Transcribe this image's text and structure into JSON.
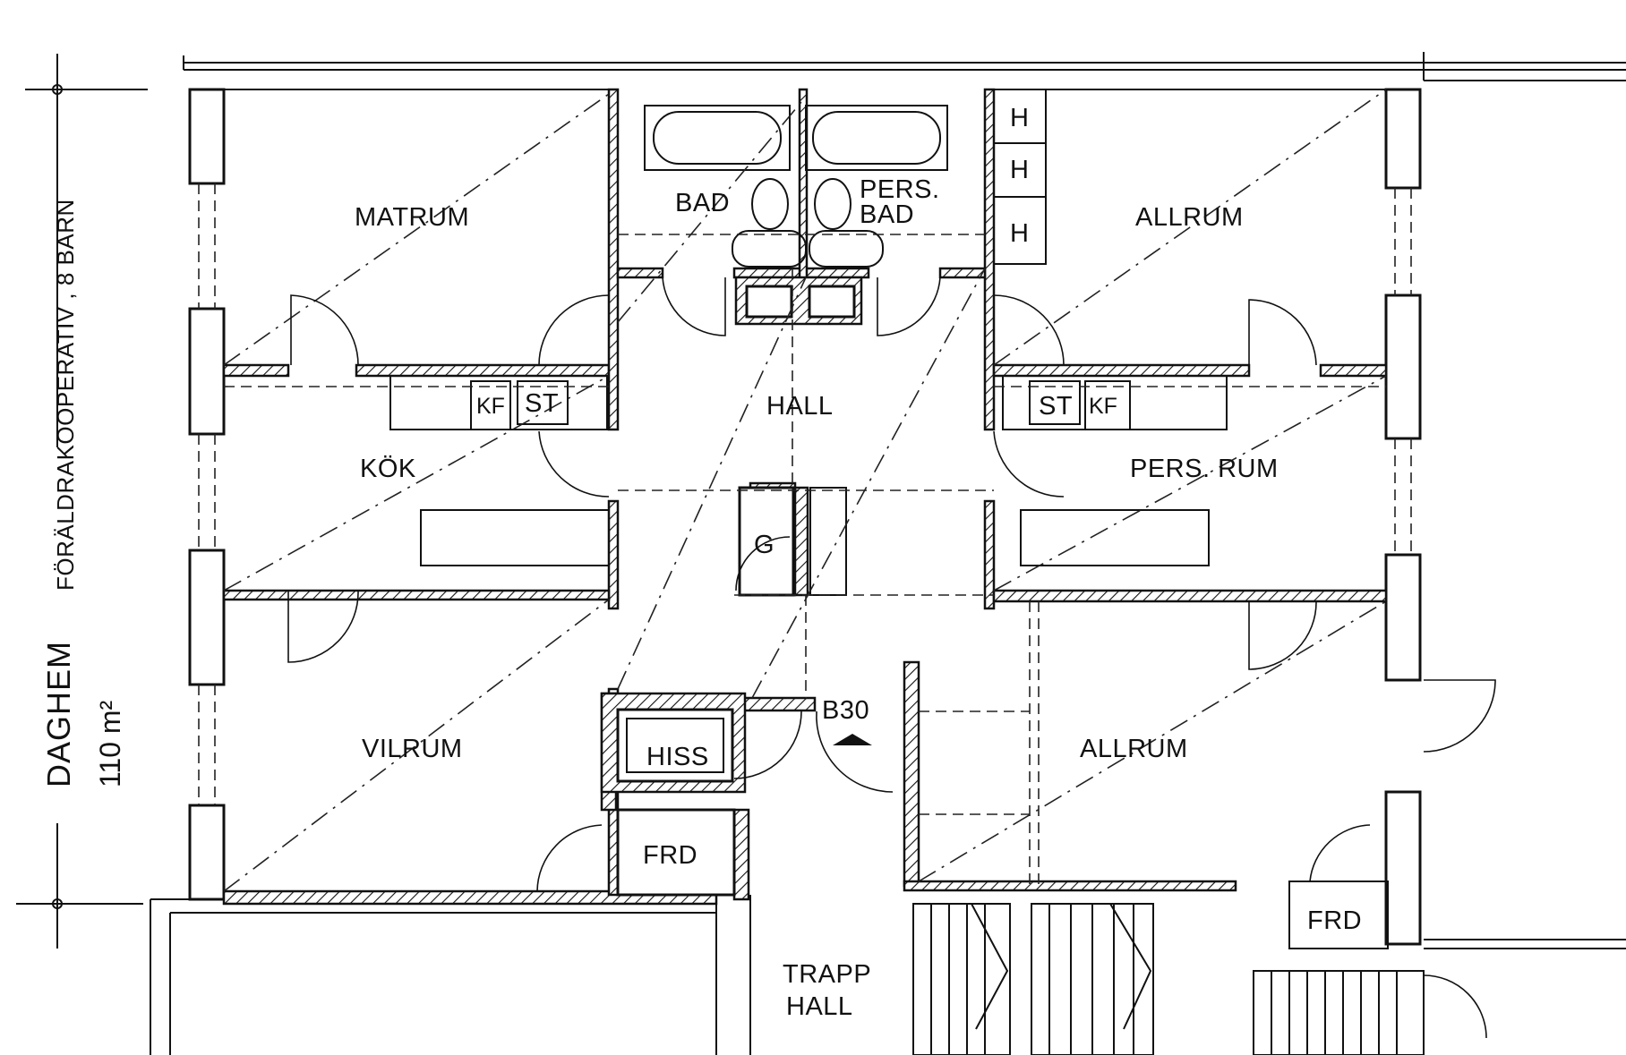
{
  "side_caption": {
    "title": "DAGHEM",
    "subtitle": "FÖRÄLDRAKOOPERATIV , 8 BARN",
    "area": "110 m²"
  },
  "rooms": {
    "matrum": "MATRUM",
    "bad": "BAD",
    "pers_bad_1": "PERS.",
    "pers_bad_2": "BAD",
    "h1": "H",
    "h2": "H",
    "h3": "H",
    "allrum_top": "ALLRUM",
    "kok": "KÖK",
    "kf_left": "KF",
    "st_left": "ST",
    "hall": "HALL",
    "st_right": "ST",
    "kf_right": "KF",
    "pers_rum": "PERS. RUM",
    "g": "G",
    "vilrum": "VILRUM",
    "hiss": "HISS",
    "b30": "B30",
    "allrum_bottom": "ALLRUM",
    "frd_left": "FRD",
    "frd_right": "FRD",
    "trapp_1": "TRAPP",
    "trapp_2": "HALL"
  }
}
